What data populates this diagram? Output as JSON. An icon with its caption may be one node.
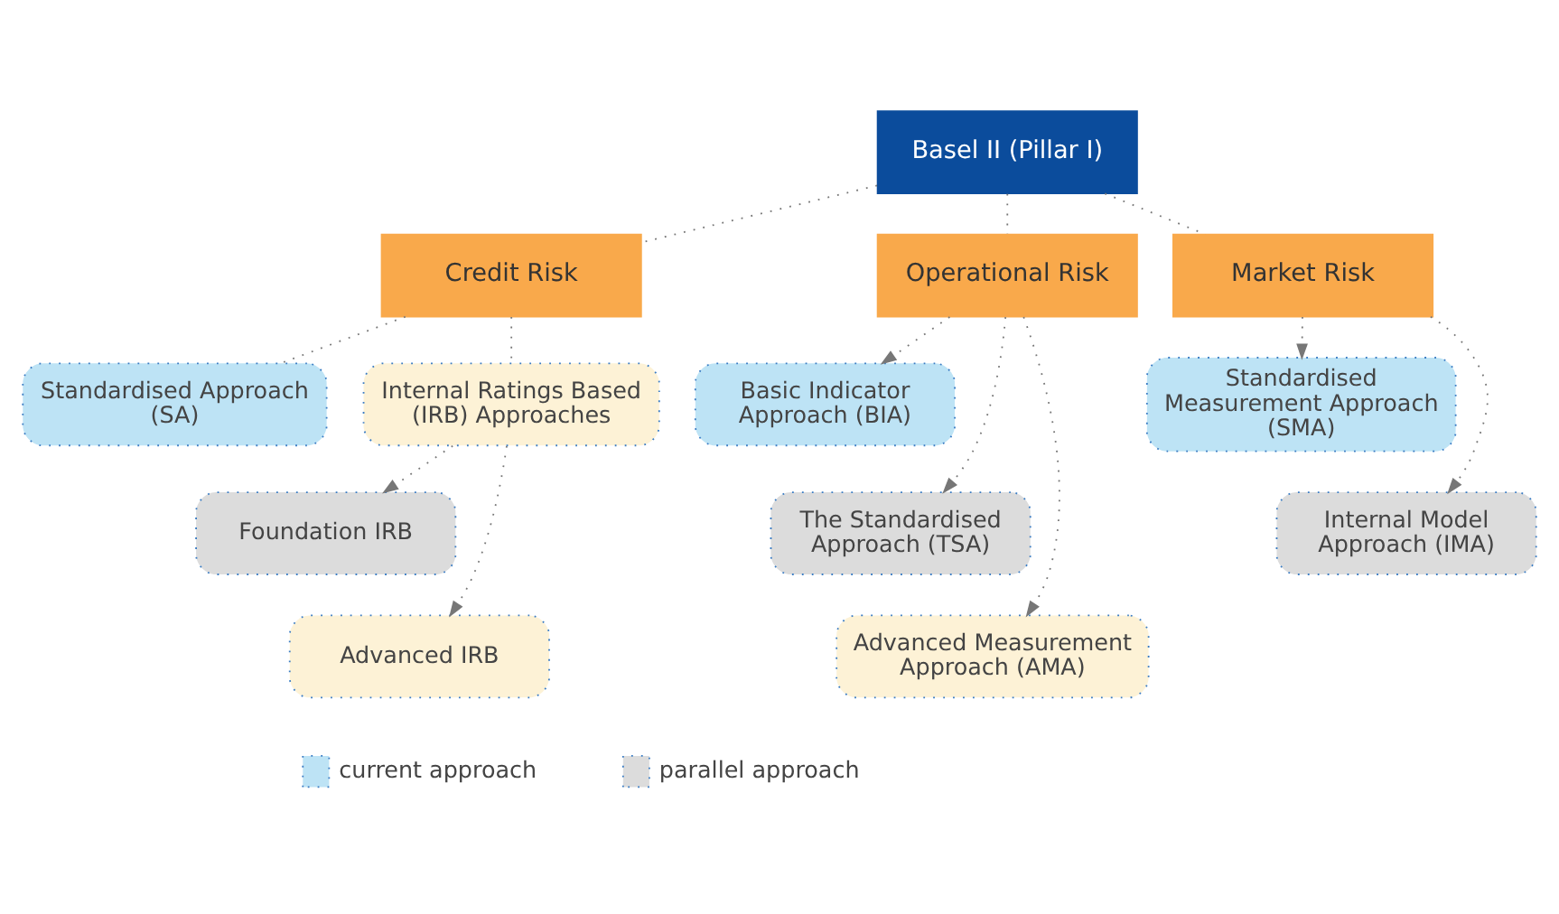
{
  "diagram": {
    "nodes": [
      {
        "text": [
          "Basel II (Pillar I)"
        ]
      },
      {
        "text": [
          "Credit Risk"
        ]
      },
      {
        "text": [
          "Operational Risk"
        ]
      },
      {
        "text": [
          "Market Risk"
        ]
      },
      {
        "text": [
          "Standardised Approach (SA)"
        ]
      },
      {
        "text": [
          "Internal Ratings Based (IRB) Approaches"
        ]
      },
      {
        "text": [
          "Foundation IRB"
        ]
      },
      {
        "text": [
          "Advanced IRB"
        ]
      },
      {
        "text": [
          "Basic Indicator Approach (BIA)"
        ]
      },
      {
        "text": [
          "The Standardised Approach (TSA)"
        ]
      },
      {
        "text": [
          "Advanced Measurement Approach (AMA)"
        ]
      },
      {
        "text": [
          "Standardised Measurement Approach (SMA)"
        ]
      },
      {
        "text": [
          "Internal Model Approach (IMA)"
        ]
      }
    ],
    "edges": [
      {
        "from": 0,
        "to": 1,
        "arrow": "none"
      },
      {
        "from": 0,
        "to": 2,
        "arrow": "none"
      },
      {
        "from": 0,
        "to": 3,
        "arrow": "none"
      },
      {
        "from": 1,
        "to": 4,
        "arrow": "none"
      },
      {
        "from": 1,
        "to": 5,
        "arrow": "none"
      },
      {
        "from": 5,
        "to": 6,
        "arrow": "to"
      },
      {
        "from": 5,
        "to": 7,
        "arrow": "to"
      },
      {
        "from": 2,
        "to": 8,
        "arrow": "to"
      },
      {
        "from": 2,
        "to": 9,
        "arrow": "to"
      },
      {
        "from": 2,
        "to": 10,
        "arrow": "to"
      },
      {
        "from": 3,
        "to": 11,
        "arrow": "to"
      },
      {
        "from": 3,
        "to": 12,
        "arrow": "to"
      }
    ],
    "legend": [
      {
        "text": "current approach",
        "color": "#bde3f5"
      },
      {
        "text": "parallel approach",
        "color": "#dcdcdc"
      }
    ]
  }
}
